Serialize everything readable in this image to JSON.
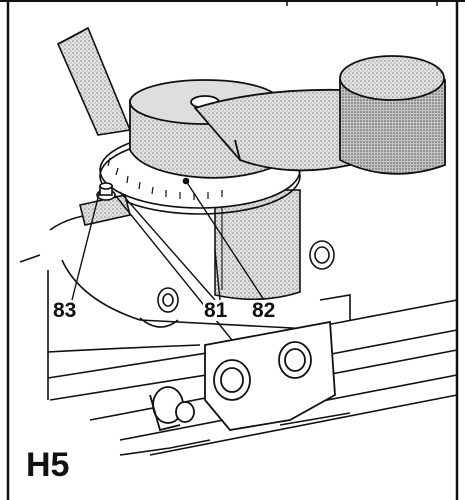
{
  "figure": {
    "label": "H5"
  },
  "callouts": [
    {
      "id": "83",
      "text": "83"
    },
    {
      "id": "81",
      "text": "81"
    },
    {
      "id": "82",
      "text": "82"
    }
  ],
  "colors": {
    "ink": "#111111",
    "paper": "#ffffff",
    "shade": "#bdbdbd",
    "shade_light": "#d6d6d6"
  }
}
